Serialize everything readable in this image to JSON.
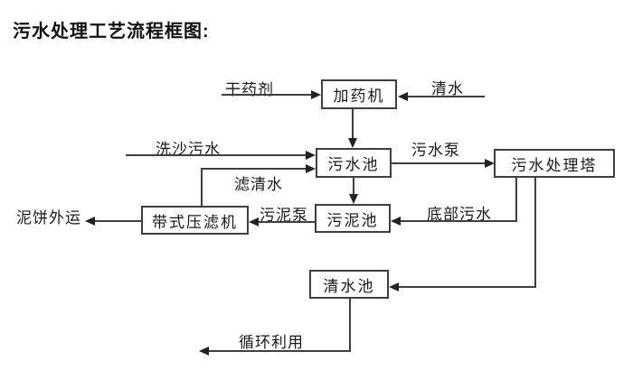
{
  "title": "污水处理工艺流程框图:",
  "diagram": {
    "nodes": [
      {
        "id": "dosing-machine",
        "label": "加药机"
      },
      {
        "id": "sewage-pool",
        "label": "污水池"
      },
      {
        "id": "treatment-tower",
        "label": "污水处理塔"
      },
      {
        "id": "sludge-pool",
        "label": "污泥池"
      },
      {
        "id": "belt-filter-press",
        "label": "带式压滤机"
      },
      {
        "id": "clean-water-pool",
        "label": "清水池"
      }
    ],
    "edge_labels": [
      {
        "id": "dry-agent",
        "text": "干药剂"
      },
      {
        "id": "clean-water",
        "text": "清水"
      },
      {
        "id": "sand-washing-sewage",
        "text": "洗沙污水"
      },
      {
        "id": "sewage-pump",
        "text": "污水泵"
      },
      {
        "id": "filtered-water",
        "text": "滤清水"
      },
      {
        "id": "sludge-pump",
        "text": "污泥泵"
      },
      {
        "id": "bottom-sewage",
        "text": "底部污水"
      },
      {
        "id": "mud-cake-outbound",
        "text": "泥饼外运"
      },
      {
        "id": "recycling-use",
        "text": "循环利用"
      }
    ],
    "edges": [
      {
        "from": "dry-agent-input",
        "to": "dosing-machine",
        "label": "干药剂"
      },
      {
        "from": "clean-water-input",
        "to": "dosing-machine",
        "label": "清水"
      },
      {
        "from": "dosing-machine",
        "to": "sewage-pool",
        "label": ""
      },
      {
        "from": "sand-washing-sewage-input",
        "to": "sewage-pool",
        "label": "洗沙污水"
      },
      {
        "from": "belt-filter-press",
        "to": "sewage-pool",
        "label": "滤清水"
      },
      {
        "from": "sewage-pool",
        "to": "treatment-tower",
        "label": "污水泵"
      },
      {
        "from": "sewage-pool",
        "to": "sludge-pool",
        "label": ""
      },
      {
        "from": "treatment-tower",
        "to": "sludge-pool",
        "label": "底部污水"
      },
      {
        "from": "sludge-pool",
        "to": "belt-filter-press",
        "label": "污泥泵"
      },
      {
        "from": "belt-filter-press",
        "to": "mud-cake-outbound",
        "label": "泥饼外运"
      },
      {
        "from": "treatment-tower",
        "to": "clean-water-pool",
        "label": ""
      },
      {
        "from": "clean-water-pool",
        "to": "recycling-use",
        "label": "循环利用"
      }
    ],
    "colors": {
      "line": "#3f3f3f",
      "text": "#1a1a1a",
      "background": "#ffffff"
    }
  }
}
